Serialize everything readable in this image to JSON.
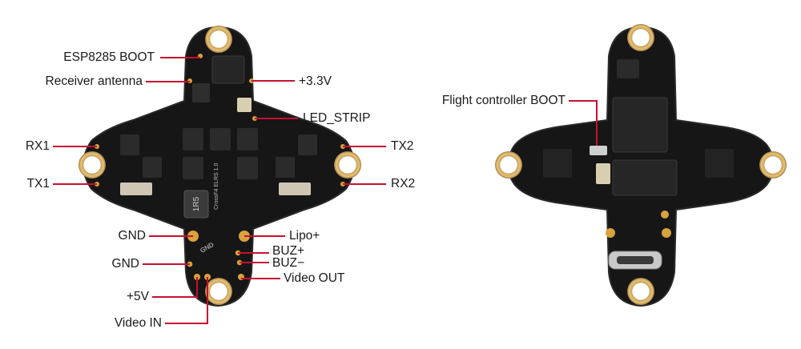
{
  "board": {
    "front_labels": {
      "esp8285_boot": "ESP8285 BOOT",
      "receiver_antenna": "Receiver antenna",
      "v33": "+3.3V",
      "led_strip": "LED_STRIP",
      "rx1": "RX1",
      "tx1": "TX1",
      "tx2": "TX2",
      "rx2": "RX2",
      "gnd_1": "GND",
      "gnd_2": "GND",
      "v5": "+5V",
      "video_in": "Video IN",
      "lipo_plus": "Lipo+",
      "buz_plus": "BUZ+",
      "buz_minus": "BUZ−",
      "video_out": "Video OUT"
    },
    "back_labels": {
      "fc_boot": "Flight controller BOOT"
    },
    "silkscreen": {
      "inductor": "1R5",
      "pcb_name": "CrossF4 ELRS 1.0",
      "gnd_mark": "GND"
    },
    "colors": {
      "pcb": "#141414",
      "pad": "#d9a23c",
      "leader": "#c8102e"
    }
  }
}
